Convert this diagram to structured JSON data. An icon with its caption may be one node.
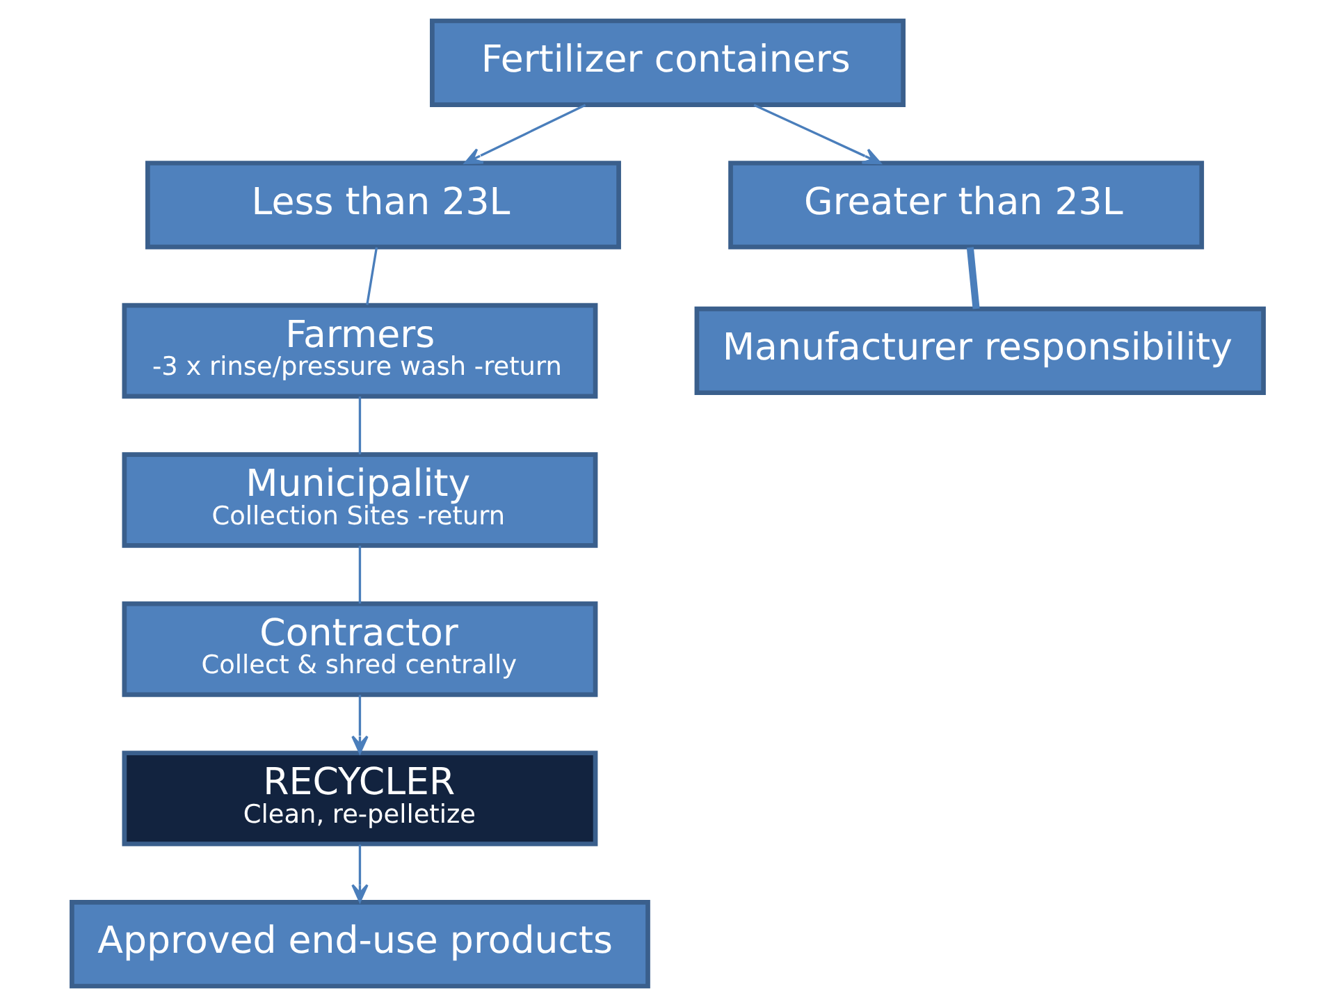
{
  "diagram": {
    "nodes": [
      {
        "text": [
          "Fertilizer containers"
        ]
      },
      {
        "text": [
          "Less than 23L"
        ]
      },
      {
        "text": [
          "Greater than 23L"
        ]
      },
      {
        "text": [
          "Farmers",
          "-3 x rinse/pressure wash -return"
        ]
      },
      {
        "text": [
          "Manufacturer responsibility"
        ]
      },
      {
        "text": [
          "Municipality",
          "Collection Sites -return"
        ]
      },
      {
        "text": [
          "Contractor",
          "Collect & shred centrally"
        ]
      },
      {
        "text": [
          "RECYCLER",
          "Clean, re-pelletize"
        ]
      },
      {
        "text": [
          "Approved end-use products"
        ]
      }
    ],
    "edges": [
      {
        "from": 0,
        "to": 1,
        "arrow": "to"
      },
      {
        "from": 0,
        "to": 2,
        "arrow": "to"
      },
      {
        "from": 1,
        "to": 3,
        "arrow": "none"
      },
      {
        "from": 2,
        "to": 4,
        "arrow": "none",
        "style": "thick"
      },
      {
        "from": 3,
        "to": 5,
        "arrow": "none"
      },
      {
        "from": 5,
        "to": 6,
        "arrow": "none"
      },
      {
        "from": 6,
        "to": 7,
        "arrow": "to"
      },
      {
        "from": 7,
        "to": 8,
        "arrow": "to"
      }
    ]
  }
}
